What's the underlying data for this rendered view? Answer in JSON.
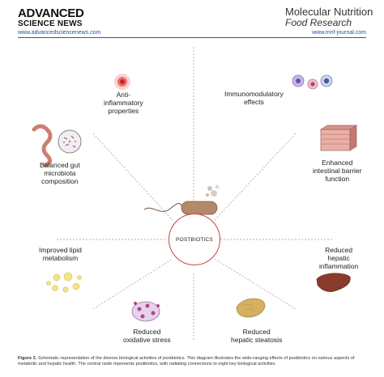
{
  "header": {
    "publisher_line1": "ADVANCED",
    "publisher_line2": "SCIENCE NEWS",
    "publisher_url": "www.advancedsciencenews.com",
    "journal_line1": "Molecular Nutrition",
    "journal_line2": "Food Research",
    "journal_url": "www.mnf-journal.com"
  },
  "diagram": {
    "center": "POSTBIOTICS",
    "nodes": [
      {
        "label": "Anti-\ninflammatory\nproperties",
        "icon": "inflammation-dot-icon"
      },
      {
        "label": "Immunomodulatory\neffects",
        "icon": "immune-cells-icon"
      },
      {
        "label": "Balanced gut\nmicrobiota\ncomposition",
        "icon": "gut-microbiota-icon"
      },
      {
        "label": "Enhanced\nintestinal barrier\nfunction",
        "icon": "intestinal-tissue-icon"
      },
      {
        "label": "Improved lipid\nmetabolism",
        "icon": "lipid-droplets-icon"
      },
      {
        "label": "Reduced\nhepatic\ninflammation",
        "icon": "liver-icon"
      },
      {
        "label": "Reduced\noxidative stress",
        "icon": "oxidative-stress-icon"
      },
      {
        "label": "Reduced\nhepatic steatosis",
        "icon": "fatty-liver-icon"
      }
    ]
  },
  "caption": {
    "figure_label": "Figure 2.",
    "text": "Schematic representation of the diverse biological activities of postbiotics. This diagram illustrates the wide-ranging effects of postbiotics on various aspects of metabolic and hepatic health. The central node represents postbiotics, with radiating connections to eight key biological activities"
  },
  "colors": {
    "accent": "#c44444",
    "link": "#1a55a8"
  }
}
